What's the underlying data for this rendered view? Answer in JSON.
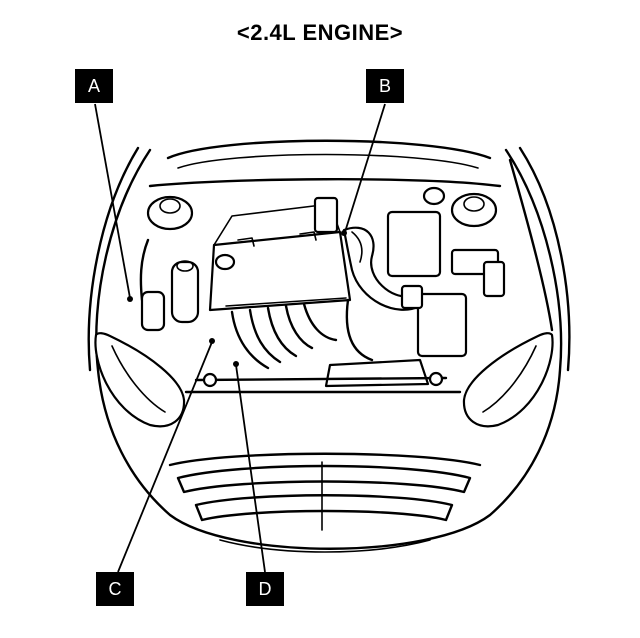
{
  "title": "<2.4L ENGINE>",
  "callouts": {
    "a": "A",
    "b": "B",
    "c": "C",
    "d": "D"
  }
}
